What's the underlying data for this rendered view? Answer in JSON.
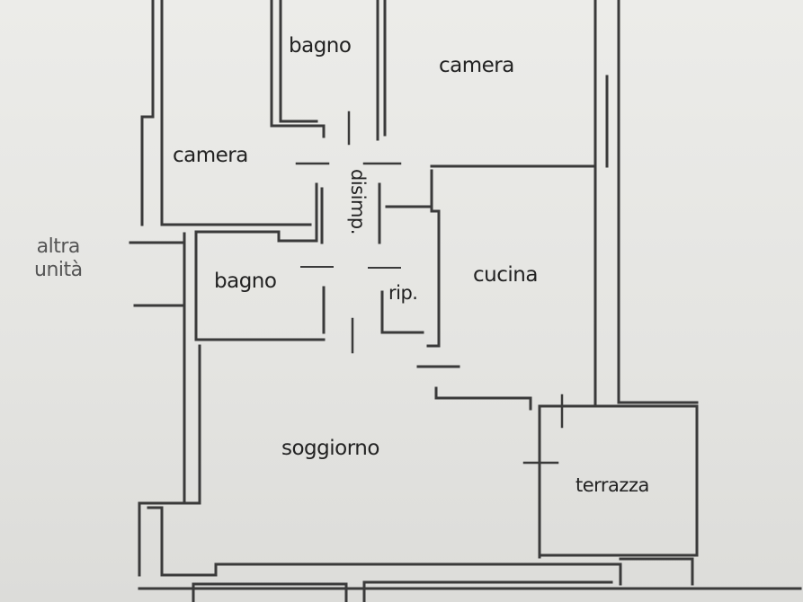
{
  "floor_plan": {
    "rooms": {
      "bagno_top": "bagno",
      "camera_right": "camera",
      "camera_left": "camera",
      "disimpegno": "disimp.",
      "bagno_left": "bagno",
      "ripostiglio": "rip.",
      "cucina": "cucina",
      "soggiorno": "soggiorno",
      "terrazza": "terrazza"
    },
    "neighbour": {
      "line1": "altra",
      "line2": "unità"
    }
  }
}
